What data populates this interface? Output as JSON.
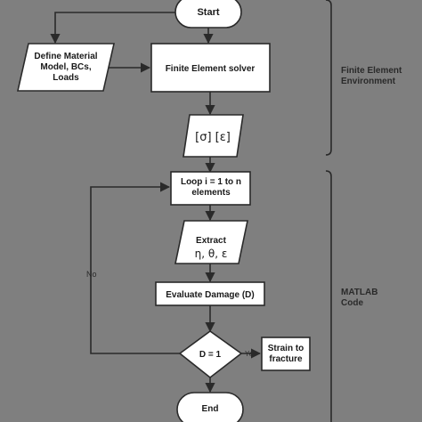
{
  "nodes": {
    "start": "Start",
    "define_material_line1": "Define Material",
    "define_material_line2": "Model, BCs,",
    "define_material_line3": "Loads",
    "fe_solver": "Finite Element solver",
    "stress_strain": "[σ] [ε]",
    "loop_line1": "Loop i = 1 to n",
    "loop_line2": "elements",
    "extract_line1": "Extract",
    "extract_line2": "η, θ, ε",
    "evaluate_damage": "Evaluate Damage (D)",
    "decision": "D = 1",
    "strain_line1": "Strain to",
    "strain_line2": "fracture",
    "end": "End"
  },
  "edges": {
    "no_label": "No",
    "yes_label": "Yes"
  },
  "sections": {
    "fe_line1": "Finite Element",
    "fe_line2": "Environment",
    "matlab_line1": "MATLAB",
    "matlab_line2": "Code"
  }
}
